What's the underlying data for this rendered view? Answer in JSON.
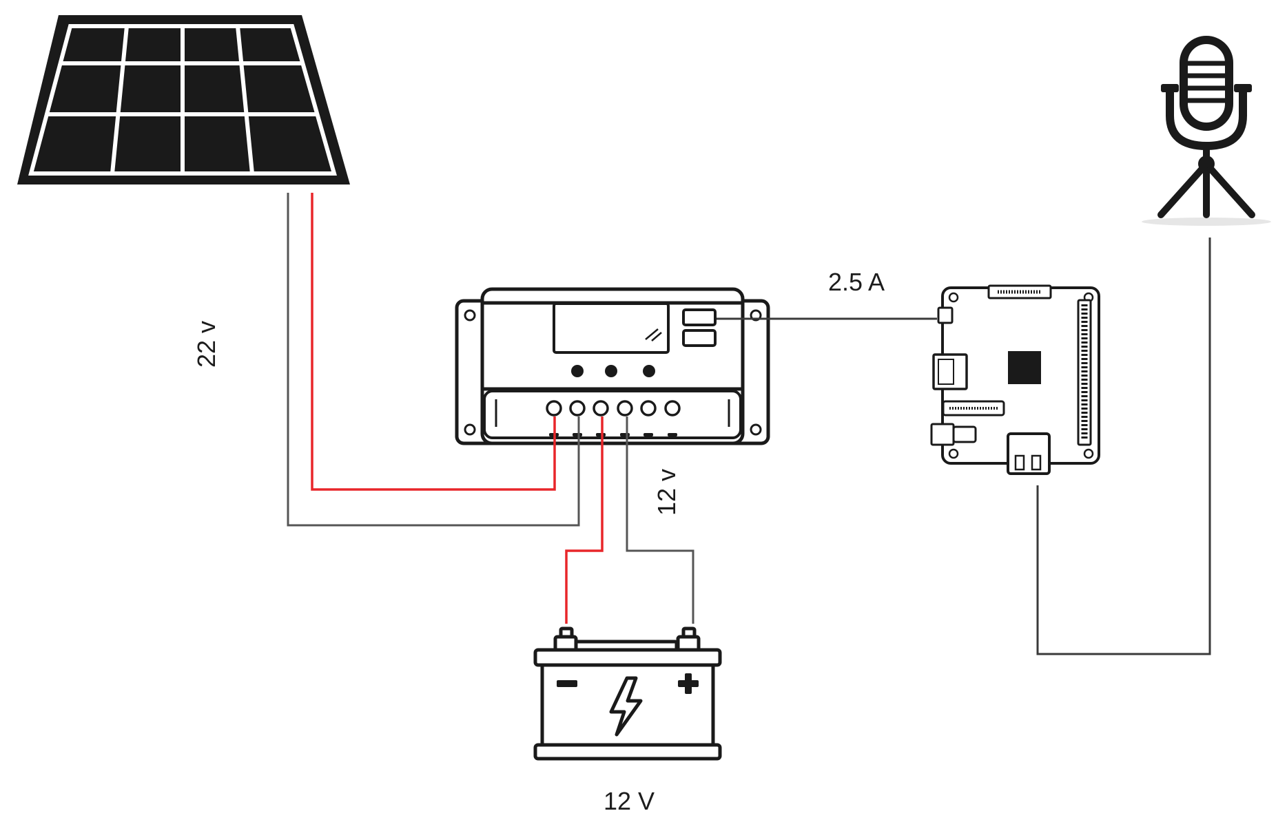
{
  "labels": {
    "panel_voltage": "22 v",
    "controller_out_voltage": "12 v",
    "pi_current": "2.5 A",
    "battery_voltage": "12 V"
  },
  "components": {
    "solar_panel": "solar-panel-icon",
    "charge_controller": "charge-controller-icon",
    "raspberry_pi": "raspberry-pi-board-icon",
    "microphone": "microphone-tripod-icon",
    "battery": "battery-icon"
  },
  "colors": {
    "positive_wire": "#e8262a",
    "negative_wire": "#555555",
    "signal_wire": "#3a3a3a",
    "icon": "#1a1a1a"
  }
}
